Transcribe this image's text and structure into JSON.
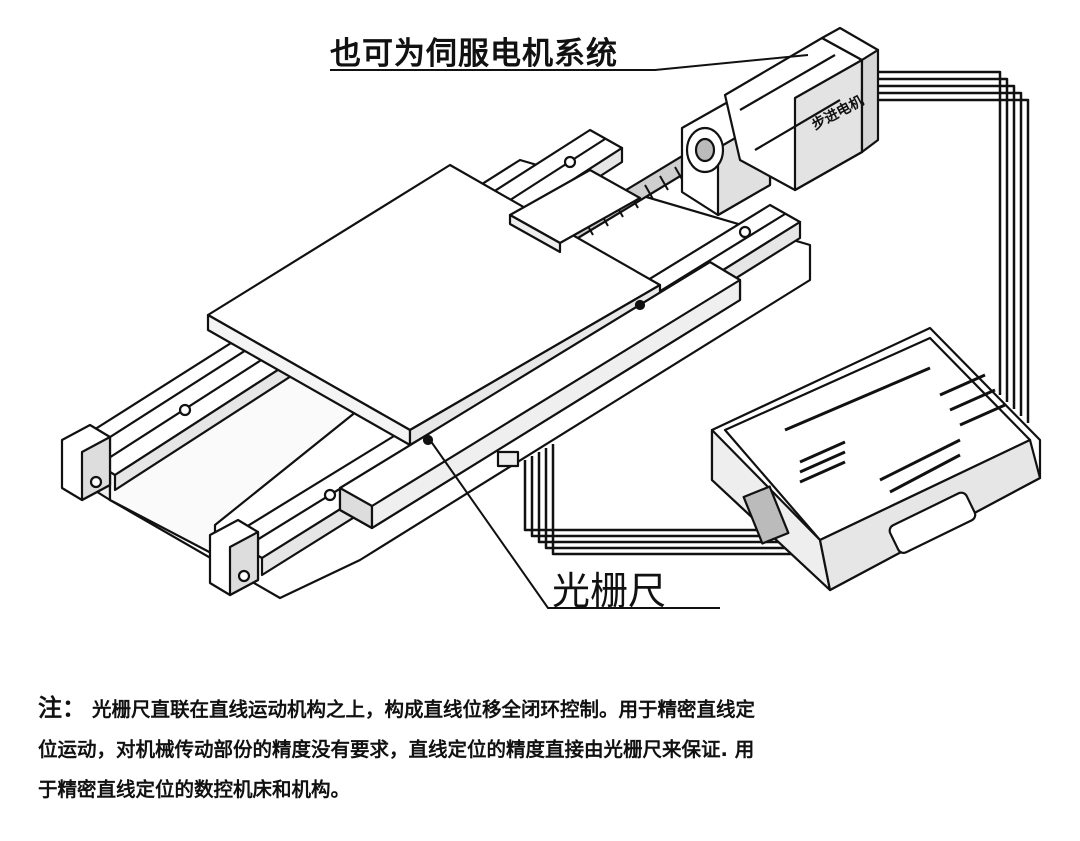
{
  "labels": {
    "servo": "也可为伺服电机系统",
    "motor": "步进电机",
    "grating": "光栅尺"
  },
  "note": {
    "heading": "注：",
    "lines": [
      "光栅尺直联在直线运动机构之上，构成直线位移全闭环控制。用于精密直线定",
      "位运动，对机械传动部份的精度没有要求，直线定位的精度直接由光栅尺来保证. 用",
      "于精密直线定位的数控机床和机构。"
    ]
  },
  "colors": {
    "line": "#111111",
    "fill": "#ffffff",
    "shade": "#d8d8d8"
  }
}
